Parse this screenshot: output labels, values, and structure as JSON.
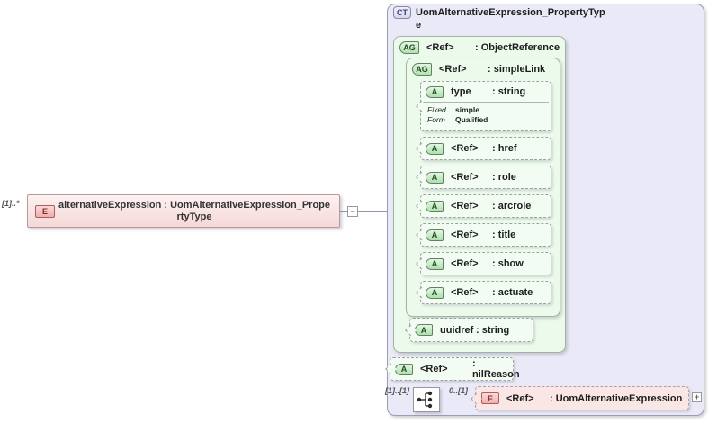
{
  "diagram": {
    "source": {
      "cardinality": "[1]..*",
      "icon": "E",
      "title": "alternativeExpression : UomAlternativeExpression_PropertyType",
      "collapse_glyph": "−"
    },
    "complex_type": {
      "icon": "CT",
      "title": "UomAlternativeExpression_PropertyType",
      "object_reference": {
        "icon": "AG",
        "name": "<Ref>",
        "type": ": ObjectReference",
        "simple_link": {
          "icon": "AG",
          "name": "<Ref>",
          "type": ": simpleLink",
          "attr_type": {
            "icon": "A",
            "name": "type",
            "type": ": string",
            "facets": [
              {
                "label": "Fixed",
                "value": "simple"
              },
              {
                "label": "Form",
                "value": "Qualified"
              }
            ]
          },
          "attrs": [
            {
              "icon": "A",
              "name": "<Ref>",
              "type": ": href"
            },
            {
              "icon": "A",
              "name": "<Ref>",
              "type": ": role"
            },
            {
              "icon": "A",
              "name": "<Ref>",
              "type": ": arcrole"
            },
            {
              "icon": "A",
              "name": "<Ref>",
              "type": ": title"
            },
            {
              "icon": "A",
              "name": "<Ref>",
              "type": ": show"
            },
            {
              "icon": "A",
              "name": "<Ref>",
              "type": ": actuate"
            }
          ]
        },
        "attr_uuidref": {
          "icon": "A",
          "name": "uuidref",
          "type": ": string"
        }
      },
      "attr_nilreason": {
        "icon": "A",
        "name": "<Ref>",
        "type": ": nilReason"
      },
      "content_row": {
        "cardinality_parent": "[1]..[1]",
        "cardinality_child": "0..[1]",
        "element": {
          "icon": "E",
          "name": "<Ref>",
          "type": ": UomAlternativeExpression"
        },
        "expand_glyph": "+"
      }
    },
    "colors": {
      "complex_type_fill": "#e9e9f7",
      "group_fill": "#ebfaeb",
      "attribute_fill": "#f2fcf2",
      "element_fill": "#f6d8d8",
      "connector": "#9595ab"
    }
  }
}
